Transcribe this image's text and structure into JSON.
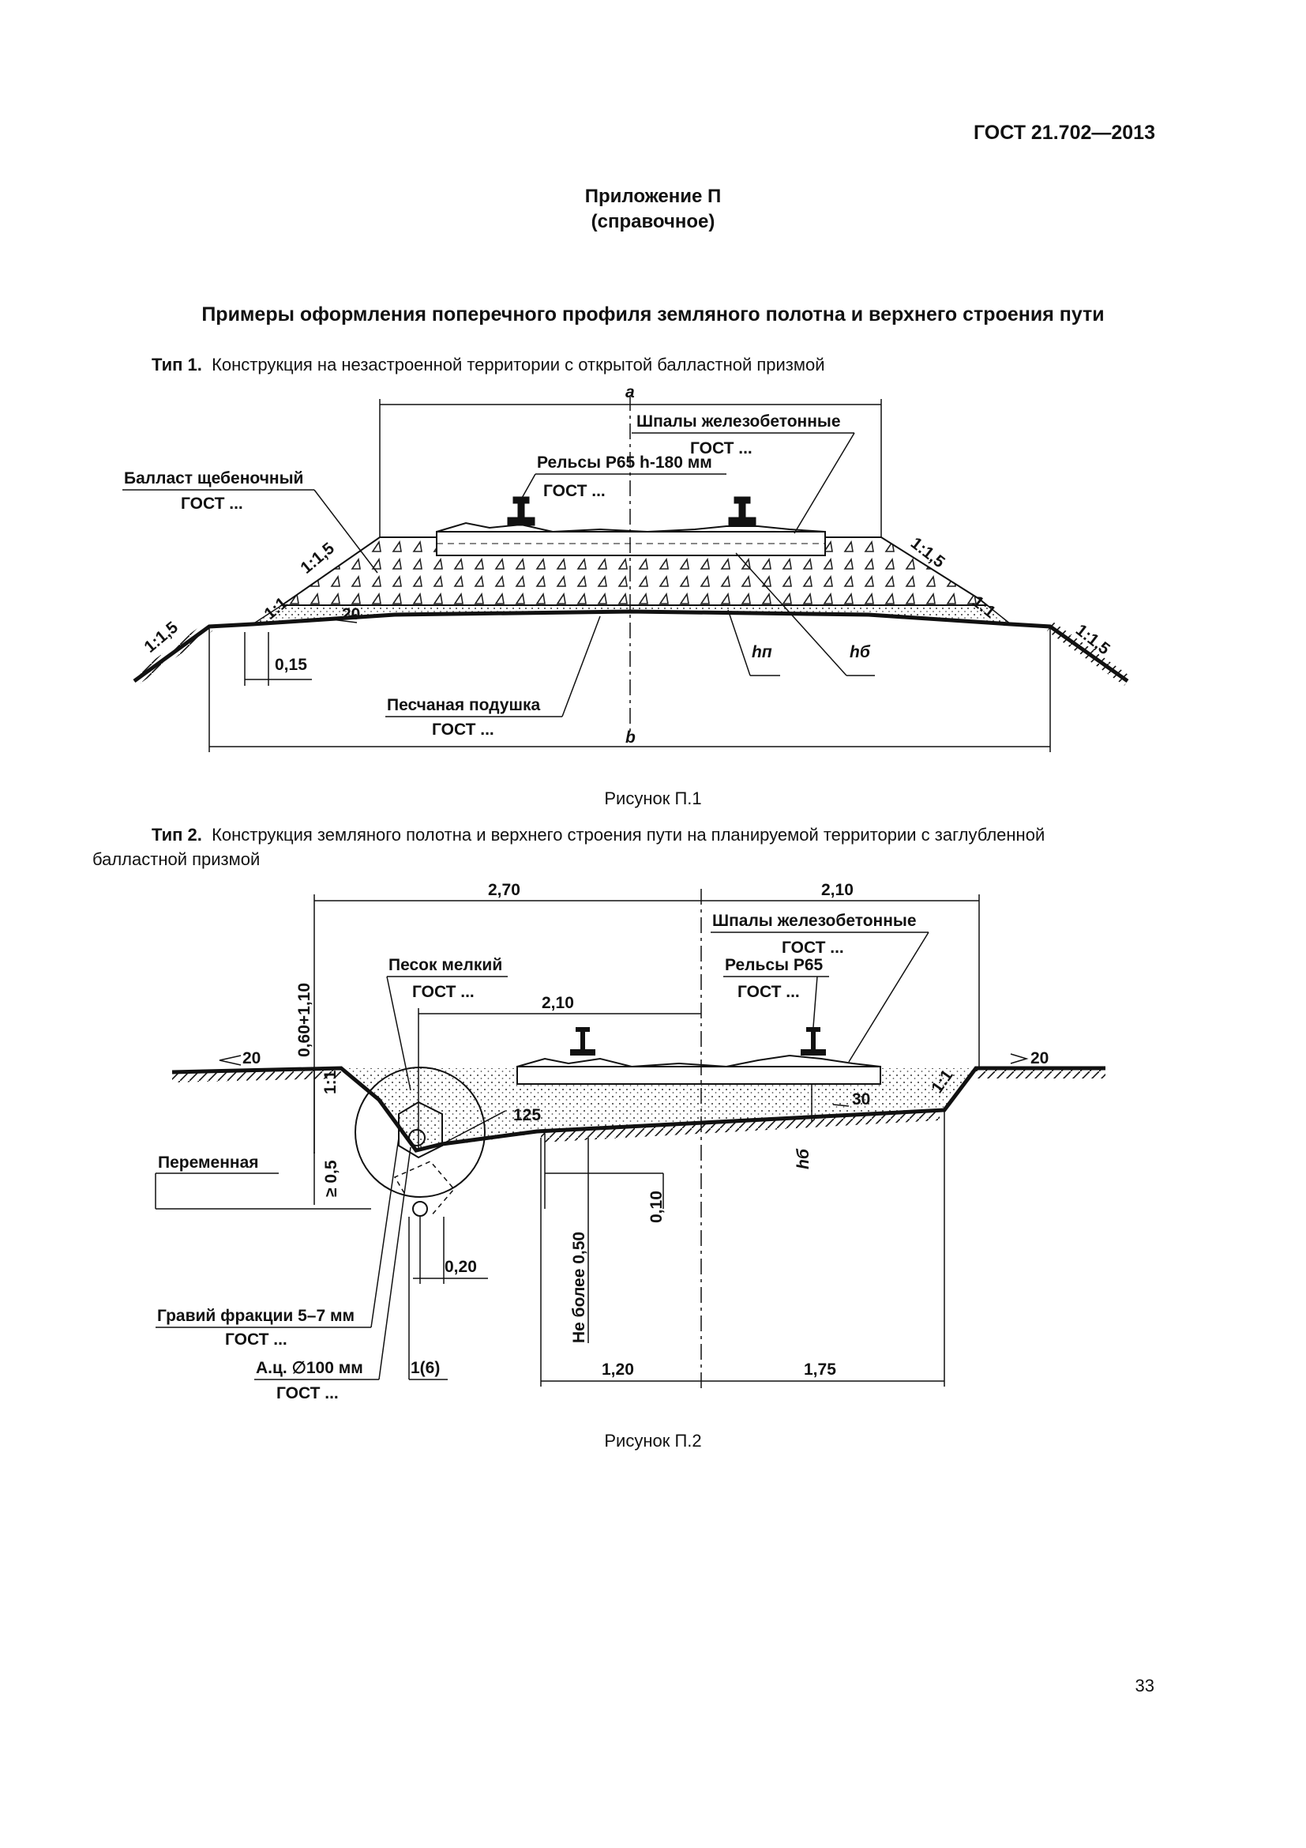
{
  "header": {
    "doc_id": "ГОСТ 21.702—2013"
  },
  "appendix": {
    "line1": "Приложение П",
    "line2": "(справочное)"
  },
  "title": "Примеры оформления поперечного профиля земляного полотна и верхнего строения пути",
  "type1": {
    "label": "Тип 1.",
    "text": "Конструкция на незастроенной территории с открытой балластной призмой"
  },
  "fig1": {
    "dim_a": "a",
    "dim_b": "b",
    "sleepers_label": "Шпалы железобетонные",
    "sleepers_gost": "ГОСТ ...",
    "rails_label": "Рельсы Р65 h-180 мм",
    "rails_gost": "ГОСТ ...",
    "ballast_label": "Балласт щебеночный",
    "ballast_gost": "ГОСТ ...",
    "slope_ballast_left": "1:1,5",
    "slope_ballast_right": "1:1,5",
    "slope_sand_left": "1:1",
    "slope_sand_right": "1:1",
    "slope_ground_left": "1:1,5",
    "slope_ground_right": "1:1,5",
    "angle": "20",
    "dim_015": "0,15",
    "h_p": "hп",
    "h_b": "hб",
    "sand_label": "Песчаная подушка",
    "sand_gost": "ГОСТ ...",
    "caption": "Рисунок П.1"
  },
  "type2": {
    "label": "Тип 2.",
    "text_line1": "Конструкция земляного полотна и верхнего строения пути на планируемой территории с заглубленной",
    "text_line2": "балластной призмой"
  },
  "fig2": {
    "dim_270": "2,70",
    "dim_210_top": "2,10",
    "dim_210_mid": "2,10",
    "sleepers_label": "Шпалы железобетонные",
    "sleepers_gost": "ГОСТ ...",
    "rails_label": "Рельсы Р65",
    "rails_gost": "ГОСТ ...",
    "sand_label": "Песок мелкий",
    "sand_gost": "ГОСТ ...",
    "angle_left": "20",
    "angle_right": "20",
    "dim_vertical": "0,60+1,10",
    "slope_left": "1:1",
    "slope_right": "1:1",
    "angle_125": "125",
    "angle_30": "30",
    "h_b": "hб",
    "variable": "Переменная",
    "dim_05": "≥ 0,5",
    "dim_010": "0,10",
    "dim_050": "Не более 0,50",
    "dim_020": "0,20",
    "gravel_label": "Гравий фракции 5–7 мм",
    "gravel_gost": "ГОСТ ...",
    "pipe_label": "А.ц. ∅100 мм",
    "pipe_gost": "ГОСТ ...",
    "ratio_16": "1(6)",
    "dim_120": "1,20",
    "dim_175": "1,75",
    "caption": "Рисунок П.2"
  },
  "page_number": "33"
}
